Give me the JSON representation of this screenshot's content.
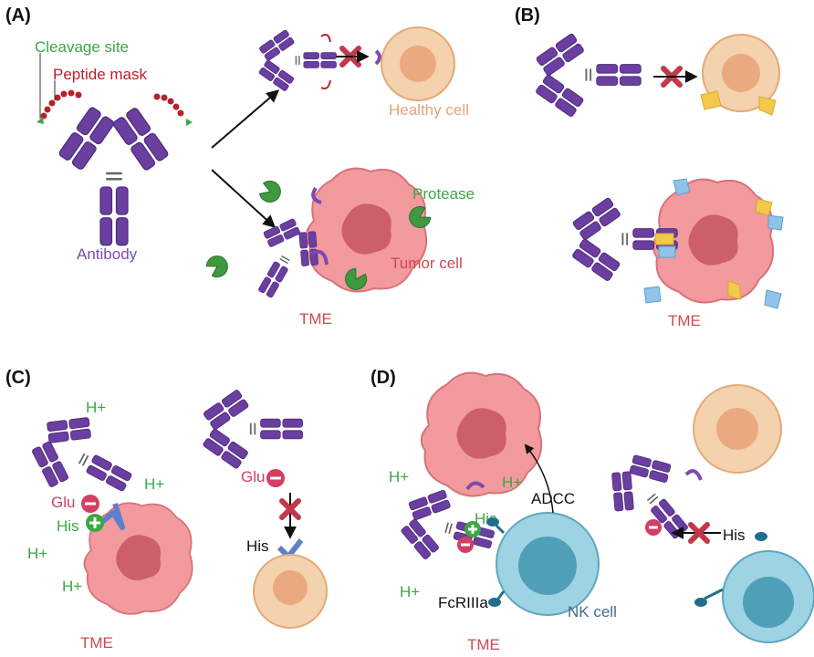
{
  "panels": {
    "a": "(A)",
    "b": "(B)",
    "c": "(C)",
    "d": "(D)"
  },
  "panel_a": {
    "cleavage_site": "Cleavage site",
    "peptide_mask": "Peptide mask",
    "antibody": "Antibody",
    "healthy_cell": "Healthy cell",
    "protease": "Protease",
    "tumor_cell": "Tumor cell",
    "tme": "TME"
  },
  "panel_b": {
    "tme": "TME"
  },
  "panel_c": {
    "h_plus": "H+",
    "glu": "Glu",
    "his": "His",
    "glu_right": "Glu",
    "his_right": "His",
    "tme": "TME"
  },
  "panel_d": {
    "h_plus": "H+",
    "his": "His",
    "adcc": "ADCC",
    "fcr": "FcRIIIa",
    "nk_cell": "NK cell",
    "his_right": "His",
    "tme": "TME"
  },
  "colors": {
    "antibody": "#6a3fa0",
    "protease": "#3f9a3f",
    "peptide_mask": "#b5222a",
    "healthy_cell": "#f3d2ad",
    "tumor_cell": "#f29a9e",
    "nk_cell": "#9dd3e3",
    "antigen_yellow": "#f3c94d",
    "antigen_blue": "#8fc3ea",
    "block_x": "#c0394b"
  }
}
